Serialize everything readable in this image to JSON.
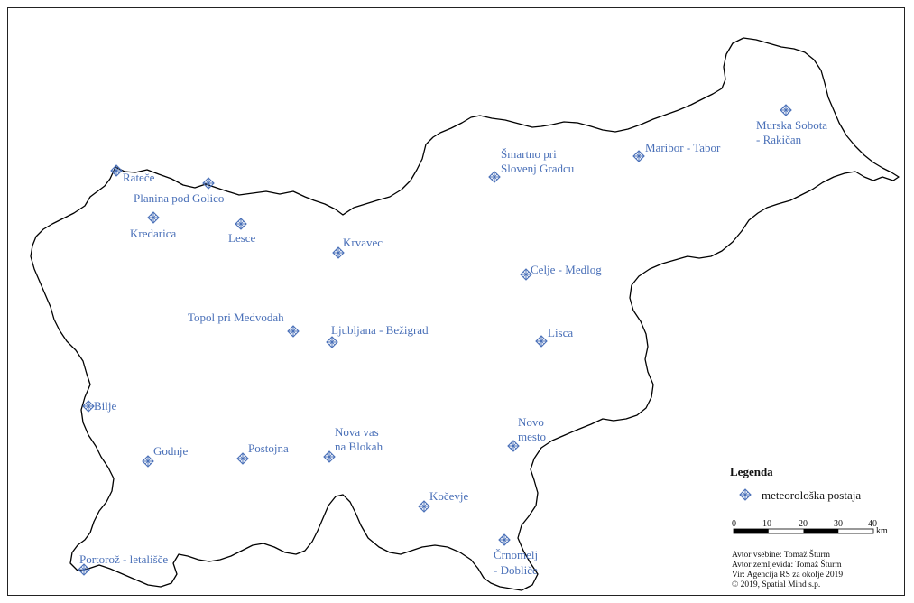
{
  "colors": {
    "station": "#4a70b8",
    "border": "#000000",
    "text": "#111111"
  },
  "stations": [
    {
      "name": "Rateče",
      "lines": [
        "Rateče"
      ]
    },
    {
      "name": "Planina pod Golico",
      "lines": [
        "Planina pod Golico"
      ]
    },
    {
      "name": "Kredarica",
      "lines": [
        "Kredarica"
      ]
    },
    {
      "name": "Lesce",
      "lines": [
        "Lesce"
      ]
    },
    {
      "name": "Krvavec",
      "lines": [
        "Krvavec"
      ]
    },
    {
      "name": "Šmartno pri Slovenj Gradcu",
      "lines": [
        "Šmartno pri",
        "Slovenj Gradcu"
      ]
    },
    {
      "name": "Maribor - Tabor",
      "lines": [
        "Maribor - Tabor"
      ]
    },
    {
      "name": "Murska Sobota - Rakičan",
      "lines": [
        "Murska Sobota",
        "- Rakičan"
      ]
    },
    {
      "name": "Celje - Medlog",
      "lines": [
        "Celje - Medlog"
      ]
    },
    {
      "name": "Topol pri Medvodah",
      "lines": [
        "Topol pri Medvodah"
      ]
    },
    {
      "name": "Ljubljana - Bežigrad",
      "lines": [
        "Ljubljana - Bežigrad"
      ]
    },
    {
      "name": "Lisca",
      "lines": [
        "Lisca"
      ]
    },
    {
      "name": "Bilje",
      "lines": [
        "Bilje"
      ]
    },
    {
      "name": "Nova vas na Blokah",
      "lines": [
        "Nova vas",
        "na Blokah"
      ]
    },
    {
      "name": "Novo mesto",
      "lines": [
        "Novo",
        "mesto"
      ]
    },
    {
      "name": "Godnje",
      "lines": [
        "Godnje"
      ]
    },
    {
      "name": "Postojna",
      "lines": [
        "Postojna"
      ]
    },
    {
      "name": "Kočevje",
      "lines": [
        "Kočevje"
      ]
    },
    {
      "name": "Črnomelj - Dobliče",
      "lines": [
        "Črnomelj",
        "- Dobliče"
      ]
    },
    {
      "name": "Portorož - letališče",
      "lines": [
        "Portorož - letališče"
      ]
    }
  ],
  "legend": {
    "title": "Legenda",
    "item_label": "meteorološka postaja",
    "icon": "station-diamond-icon"
  },
  "scale": {
    "ticks": [
      "0",
      "10",
      "20",
      "30",
      "40"
    ],
    "unit": "km"
  },
  "credits": [
    "Avtor vsebine: Tomaž Šturm",
    "Avtor zemljevida: Tomaž Šturm",
    "Vir: Agencija RS za okolje 2019",
    "© 2019, Spatial Mind s.p."
  ]
}
